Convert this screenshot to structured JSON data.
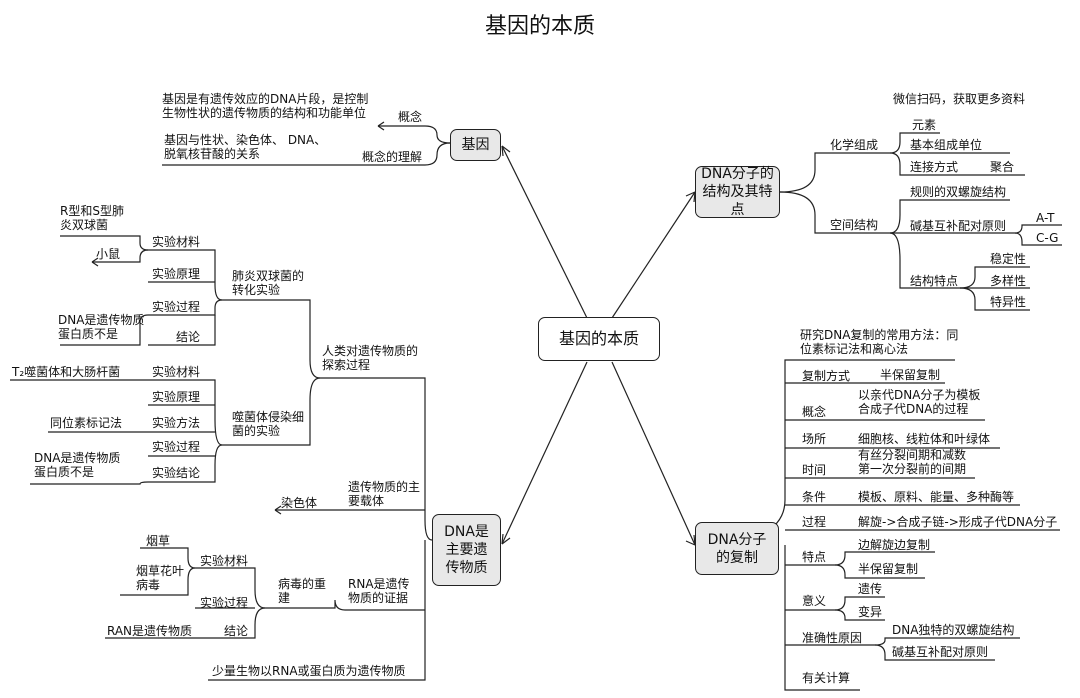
{
  "title": "基因的本质",
  "note": "微信扫码，获取更多资料",
  "center": "基因的本质",
  "nodes": {
    "gene": "基因",
    "dna_structure": "DNA分子的结构及其特点",
    "dna_material": "DNA是主要遗传物质",
    "dna_replication": "DNA分子的复制"
  },
  "gene": {
    "concept": "概念",
    "concept_text": "基因是有遗传效应的DNA片段，是控制生物性状的遗传物质的结构和功能单位",
    "understanding": "概念的理解",
    "understanding_text": "基因与性状、染色体、 DNA、脱氧核苷酸的关系"
  },
  "structure": {
    "chem": "化学组成",
    "element": "元素",
    "basic_unit": "基本组成单位",
    "connect": "连接方式",
    "polymer": "聚合",
    "space": "空间结构",
    "double_helix": "规则的双螺旋结构",
    "base_pair": "碱基互补配对原则",
    "at": "A-T",
    "cg": "C-G",
    "feature": "结构特点",
    "stable": "稳定性",
    "diverse": "多样性",
    "specific": "特异性"
  },
  "material": {
    "explore": "人类对遗传物质的探索过程",
    "pneumo": "肺炎双球菌的转化实验",
    "exp_material": "实验材料",
    "rs_type": "R型和S型肺炎双球菌",
    "mouse": "小鼠",
    "exp_principle": "实验原理",
    "exp_process": "实验过程",
    "conclusion": "结论",
    "dna_conclusion_1": "DNA是遗传物质蛋白质不是",
    "phage": "噬菌体侵染细菌的实验",
    "exp_material_2": "实验材料",
    "t2": "T₂噬菌体和大肠杆菌",
    "exp_principle_2": "实验原理",
    "exp_method": "实验方法",
    "isotope": "同位素标记法",
    "exp_process_2": "实验过程",
    "exp_conclusion": "实验结论",
    "dna_conclusion_2": "DNA是遗传物质蛋白质不是",
    "carrier": "遗传物质的主要载体",
    "chromosome": "染色体",
    "rna_evidence": "RNA是遗传物质的证据",
    "virus": "病毒的重建",
    "exp_material_3": "实验材料",
    "tobacco": "烟草",
    "tmv": "烟草花叶病毒",
    "exp_process_3": "实验过程",
    "conclusion_3": "结论",
    "ran": "RAN是遗传物质",
    "few": "少量生物以RNA或蛋白质为遗传物质"
  },
  "replication": {
    "method": "研究DNA复制的常用方法：同位素标记法和离心法",
    "mode": "复制方式",
    "semi": "半保留复制",
    "concept": "概念",
    "concept_text": "以亲代DNA分子为模板合成子代DNA的过程",
    "place": "场所",
    "place_text": "细胞核、线粒体和叶绿体",
    "time": "时间",
    "time_text": "有丝分裂间期和减数第一次分裂前的间期",
    "condition": "条件",
    "condition_text": "模板、原料、能量、多种酶等",
    "process": "过程",
    "process_text": "解旋->合成子链->形成子代DNA分子",
    "feature": "特点",
    "feature_1": "边解旋边复制",
    "feature_2": "半保留复制",
    "meaning": "意义",
    "heredity": "遗传",
    "variation": "变异",
    "accuracy": "准确性原因",
    "accuracy_1": "DNA独特的双螺旋结构",
    "accuracy_2": "碱基互补配对原则",
    "calc": "有关计算"
  }
}
